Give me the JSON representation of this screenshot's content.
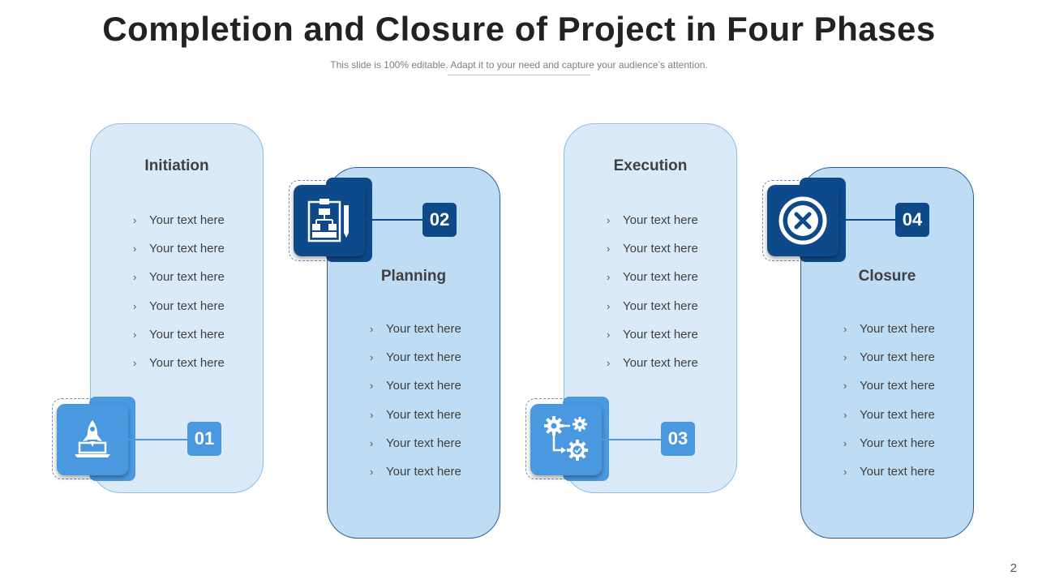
{
  "title": "Completion and Closure of Project in Four Phases",
  "subtitle": "This slide is 100% editable. Adapt it to your need and capture your audience’s attention.",
  "page_number": "2",
  "phases": [
    {
      "title": "Initiation",
      "number": "01",
      "icon": "rocket-laptop-icon",
      "items": [
        "Your text here",
        "Your text here",
        "Your text here",
        "Your text here",
        "Your text here",
        "Your text here"
      ]
    },
    {
      "title": "Planning",
      "number": "02",
      "icon": "flowchart-plan-icon",
      "items": [
        "Your text here",
        "Your text here",
        "Your text here",
        "Your text here",
        "Your text here",
        "Your text here"
      ]
    },
    {
      "title": "Execution",
      "number": "03",
      "icon": "gears-process-icon",
      "items": [
        "Your text here",
        "Your text here",
        "Your text here",
        "Your text here",
        "Your text here",
        "Your text here"
      ]
    },
    {
      "title": "Closure",
      "number": "04",
      "icon": "close-circle-icon",
      "items": [
        "Your text here",
        "Your text here",
        "Your text here",
        "Your text here",
        "Your text here",
        "Your text here"
      ]
    }
  ],
  "colors": {
    "light_blue": "#4a98e0",
    "dark_blue": "#0e4a8a",
    "card_light": "#dbeaf8",
    "card_mid": "#bfdcf5"
  }
}
